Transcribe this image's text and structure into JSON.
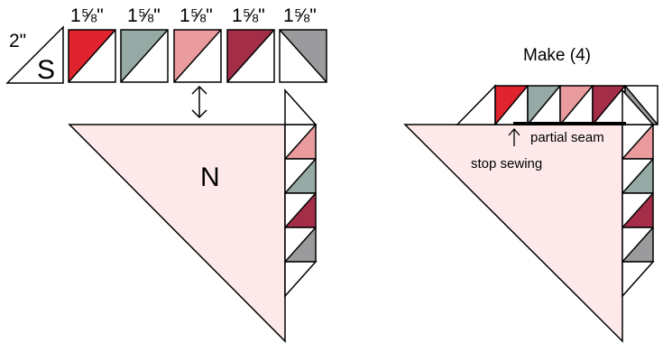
{
  "colors": {
    "red": "#e0232e",
    "sage": "#95aaa5",
    "pink": "#e99b9d",
    "burgundy": "#a42e48",
    "gray": "#9b9b9d",
    "blush": "#fde9ea",
    "white": "#ffffff",
    "line": "#000000"
  },
  "s_piece": {
    "size_label": "2\"",
    "letter": "S"
  },
  "hst_units": [
    {
      "size_label": "1⅝\"",
      "color": "red"
    },
    {
      "size_label": "1⅝\"",
      "color": "sage"
    },
    {
      "size_label": "1⅝\"",
      "color": "pink"
    },
    {
      "size_label": "1⅝\"",
      "color": "burgundy"
    },
    {
      "size_label": "1⅝\"",
      "color": "gray"
    }
  ],
  "n_piece": {
    "letter": "N"
  },
  "side_column_colors": [
    "pink",
    "sage",
    "burgundy",
    "gray"
  ],
  "result": {
    "make_label": "Make (4)",
    "partial_seam_label": "partial seam",
    "stop_label": "stop sewing"
  }
}
